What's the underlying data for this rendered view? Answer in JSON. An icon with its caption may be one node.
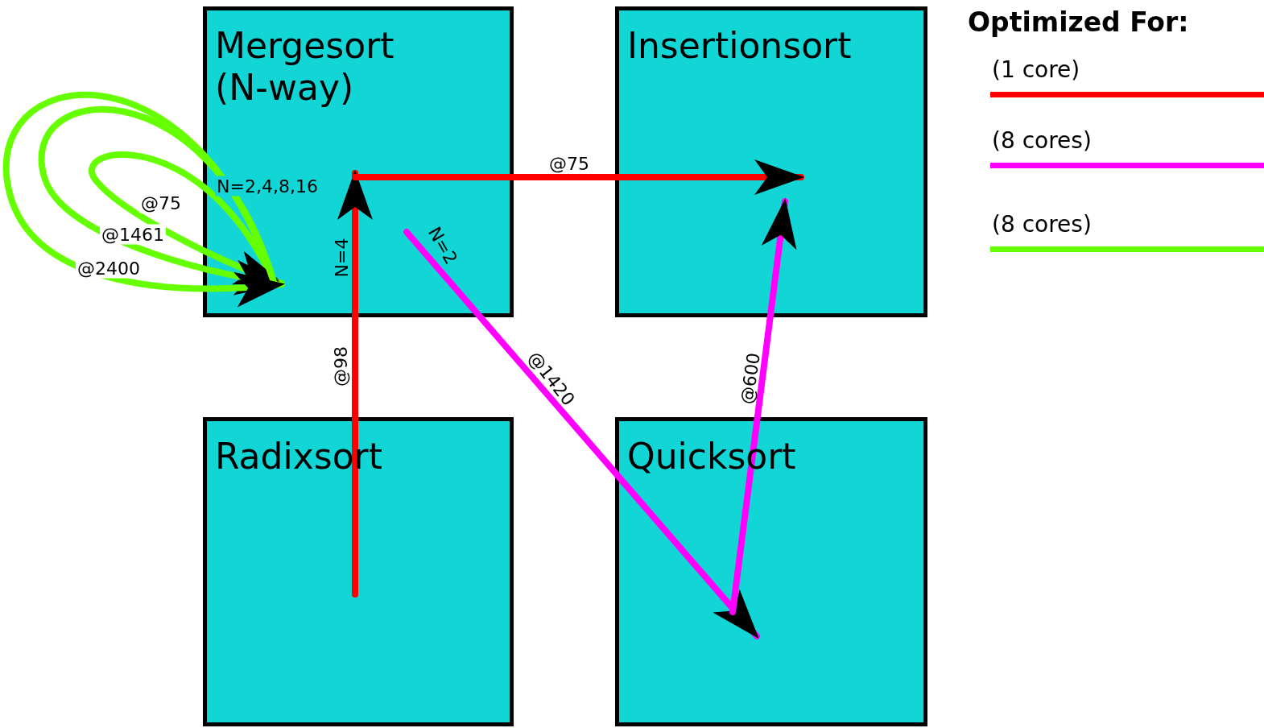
{
  "diagram": {
    "nodes": [
      {
        "text": [
          "Mergesort (N-way)"
        ]
      },
      {
        "text": [
          "Insertionsort"
        ]
      },
      {
        "text": [
          "Radixsort"
        ]
      },
      {
        "text": [
          "Quicksort"
        ]
      }
    ],
    "edges": [
      {
        "from": 2,
        "to": 0,
        "arrow": "to",
        "label": "@98",
        "color": "#ff0000"
      },
      {
        "from": 0,
        "to": 1,
        "arrow": "to",
        "label": "@75",
        "color": "#ff0000"
      },
      {
        "from": 0,
        "to": 3,
        "arrow": "to",
        "label": "@1420",
        "color": "#ff00ff"
      },
      {
        "from": 3,
        "to": 1,
        "arrow": "to",
        "label": "@600",
        "color": "#ff00ff"
      },
      {
        "from": 0,
        "to": 0,
        "arrow": "to",
        "label": "@75",
        "color": "#66ff00"
      },
      {
        "from": 0,
        "to": 0,
        "arrow": "to",
        "label": "@1461",
        "color": "#66ff00"
      },
      {
        "from": 0,
        "to": 0,
        "arrow": "to",
        "label": "@2400",
        "color": "#66ff00"
      }
    ],
    "labels": [
      "Optimized For:",
      "N=2,4,8,16",
      "N=4",
      "N=2"
    ],
    "legend": [
      {
        "text": "(1 core)",
        "color": "#ff0000"
      },
      {
        "text": "(8 cores)",
        "color": "#ff00ff"
      },
      {
        "text": "(8 cores)",
        "color": "#66ff00"
      }
    ]
  }
}
